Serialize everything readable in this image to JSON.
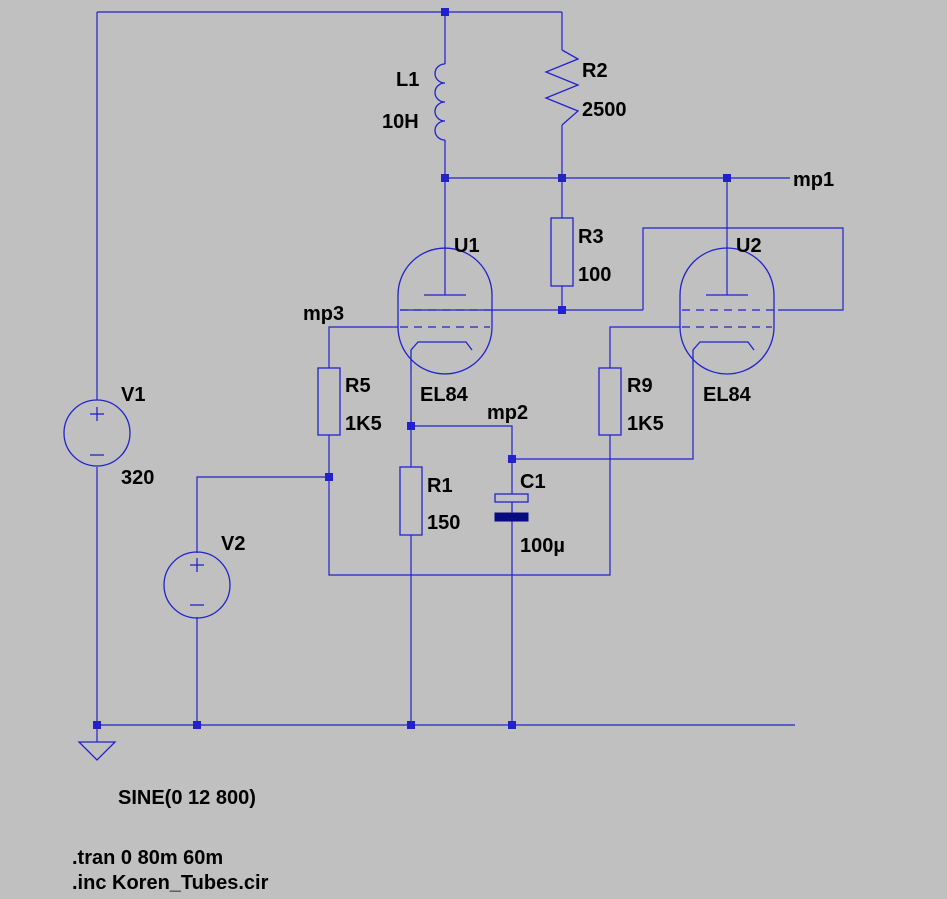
{
  "components": {
    "L1": {
      "name": "L1",
      "value": "10H"
    },
    "R2": {
      "name": "R2",
      "value": "2500"
    },
    "R3": {
      "name": "R3",
      "value": "100"
    },
    "R5": {
      "name": "R5",
      "value": "1K5"
    },
    "R1": {
      "name": "R1",
      "value": "150"
    },
    "R9": {
      "name": "R9",
      "value": "1K5"
    },
    "C1": {
      "name": "C1",
      "value": "100µ"
    },
    "U1": {
      "name": "U1",
      "value": "EL84"
    },
    "U2": {
      "name": "U2",
      "value": "EL84"
    },
    "V1": {
      "name": "V1",
      "value": "320"
    },
    "V2": {
      "name": "V2",
      "value": "SINE(0 12 800)"
    }
  },
  "nets": {
    "mp1": "mp1",
    "mp2": "mp2",
    "mp3": "mp3"
  },
  "directives": [
    ".tran 0 80m 60m",
    ".inc Koren_Tubes.cir"
  ],
  "colors": {
    "background": "#c0c0c0",
    "wire": "#2222cc",
    "capacitor_plate": "#0a0a80",
    "text": "#000000"
  }
}
